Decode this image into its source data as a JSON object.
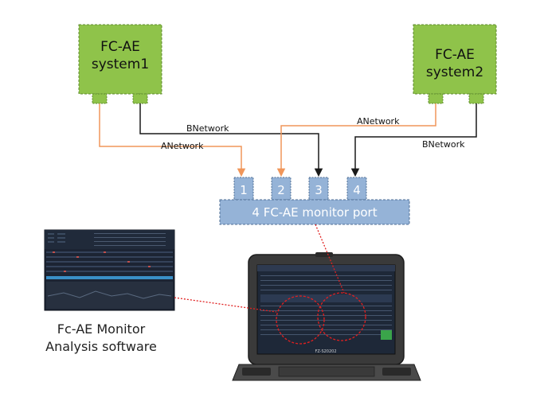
{
  "systems": {
    "system1": {
      "line1": "FC-AE",
      "line2": "system1"
    },
    "system2": {
      "line1": "FC-AE",
      "line2": "system2"
    }
  },
  "links": {
    "sys1_b": "BNetwork",
    "sys1_a": "ANetwork",
    "sys2_a": "ANetwork",
    "sys2_b": "BNetwork"
  },
  "ports": [
    "1",
    "2",
    "3",
    "4"
  ],
  "monitor_port_label": "4 FC-AE monitor port",
  "software_caption": {
    "line1": "Fc-AE Monitor",
    "line2": "Analysis software"
  },
  "laptop_brand": "FZ-S20202",
  "colors": {
    "system_fill": "#8fc34a",
    "port_fill": "#95b3d7",
    "a_network": "#f0965a",
    "b_network": "#1a1a1a",
    "highlight": "#e02020"
  }
}
